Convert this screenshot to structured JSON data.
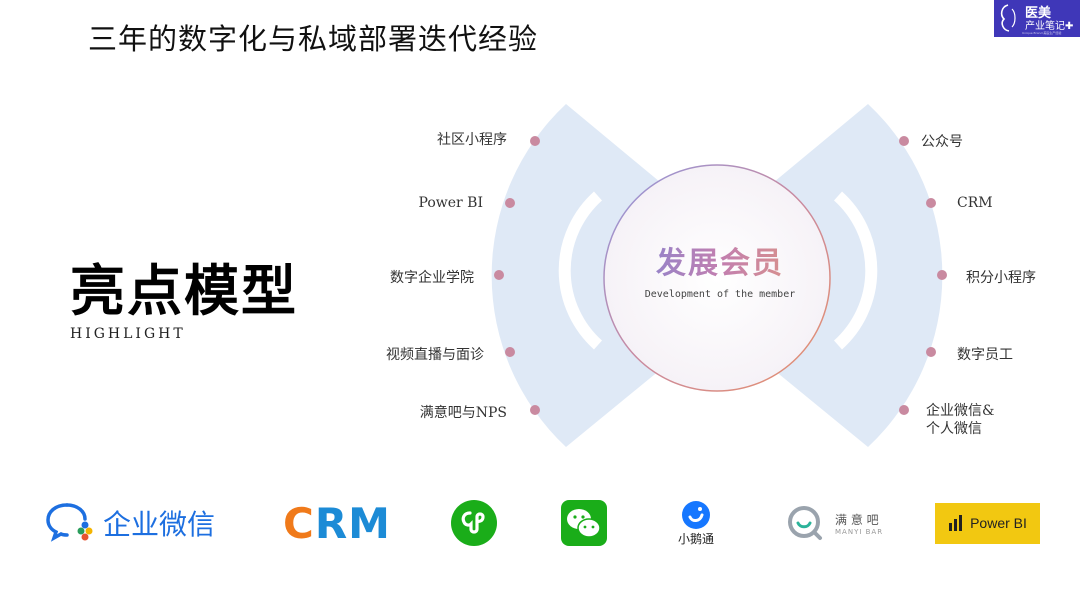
{
  "title": "三年的数字化与私域部署迭代经验",
  "badge": {
    "line1": "医美",
    "line2": "产业笔记✚",
    "line3": "Unique Brand 美医生产经验"
  },
  "heading": {
    "zh": "亮点模型",
    "en": "HIGHLIGHT"
  },
  "center": {
    "title": "发展会员",
    "subtitle": "Development of the member"
  },
  "left_items": [
    "社区小程序",
    "Power BI",
    "数字企业学院",
    "视频直播与面诊",
    "满意吧与NPS"
  ],
  "right_items": [
    "公众号",
    "CRM",
    "积分小程序",
    "数字员工",
    "企业微信&",
    "个人微信"
  ],
  "logos": {
    "wecom": "企业微信",
    "crm_c": "C",
    "crm_rm": "RM",
    "xiaopengtong": "小鹅通",
    "manyiba_zh": "满 意 吧",
    "manyiba_en": "MANYI BAR",
    "powerbi": "Power BI"
  },
  "colors": {
    "fan": "#dfe9f6",
    "dot": "#c98aa0",
    "accent": "#3f37b8",
    "powerbi": "#f2c811"
  }
}
